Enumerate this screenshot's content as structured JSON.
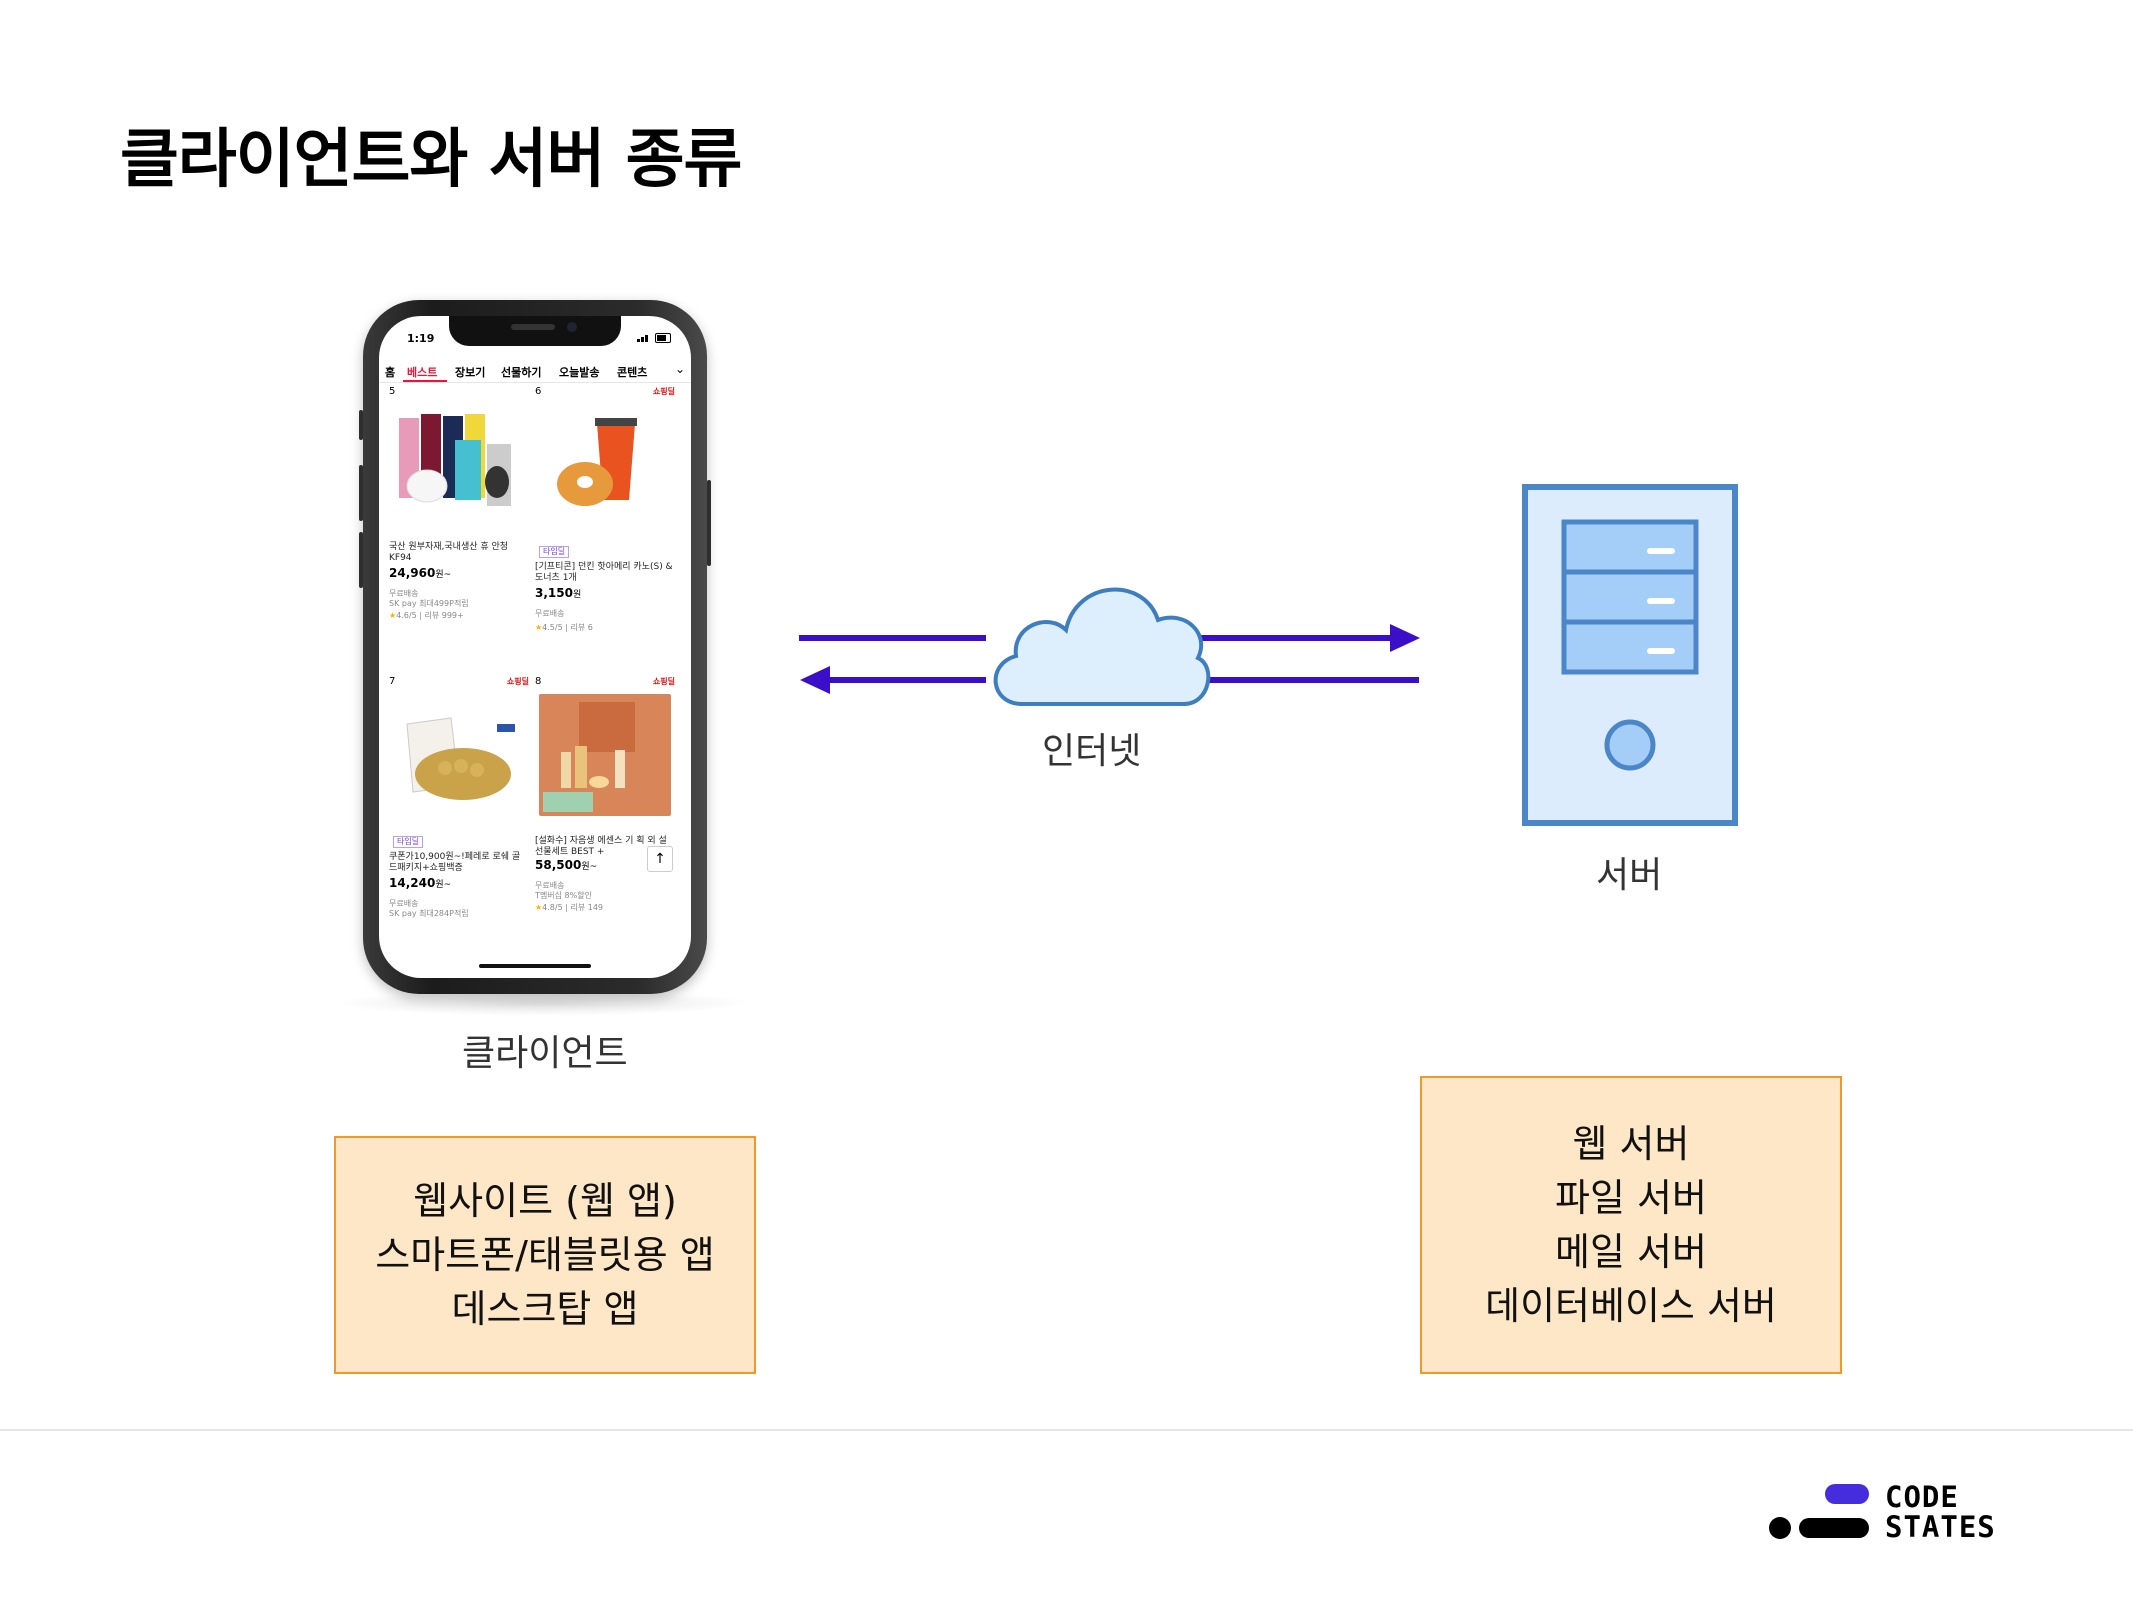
{
  "title": "클라이언트와 서버 종류",
  "phone": {
    "time": "1:19",
    "tabs": [
      "홈",
      "베스트",
      "장보기",
      "선물하기",
      "오늘발송",
      "콘텐츠"
    ],
    "products": [
      {
        "rank": "5",
        "shop": "",
        "badge": "",
        "name": "국산 원부자재,국내생산 휴 안청 KF94",
        "price": "24,960",
        "unit": "원~",
        "shipping": "무료배송",
        "extra": "SK pay 최대499P적립",
        "rating": "4.6/5 | 리뷰 999+"
      },
      {
        "rank": "6",
        "shop": "쇼핑딜",
        "badge": "타임딜",
        "name": "[기프티콘] 던킨 핫아메리 카노(S) & 도너츠 1개",
        "price": "3,150",
        "unit": "원",
        "shipping": "무료배송",
        "extra": "",
        "rating": "4.5/5 | 리뷰 6"
      },
      {
        "rank": "7",
        "shop": "쇼핑딜",
        "badge": "타임딜",
        "name": "쿠폰가10,900원~!페레로 로쉐 골드패키지+쇼핑백증",
        "price": "14,240",
        "unit": "원~",
        "shipping": "무료배송",
        "extra": "SK pay 최대284P적립",
        "rating": ""
      },
      {
        "rank": "8",
        "shop": "쇼핑딜",
        "badge": "",
        "name": "[설화수] 자음생 에센스 기 획 외 설 선물세트 BEST +",
        "price": "58,500",
        "unit": "원~",
        "shipping": "무료배송",
        "extra": "T멤버십 8%할인",
        "rating": "4.8/5 | 리뷰 149"
      }
    ]
  },
  "labels": {
    "client": "클라이언트",
    "internet": "인터넷",
    "server": "서버"
  },
  "client_box": [
    "웹사이트 (웹 앱)",
    "스마트폰/태블릿용 앱",
    "데스크탑 앱"
  ],
  "server_box": [
    "웹 서버",
    "파일 서버",
    "메일 서버",
    "데이터베이스 서버"
  ],
  "logo": {
    "line1": "CODE",
    "line2": "STATES"
  },
  "colors": {
    "arrow": "#3b0fc8",
    "server_stroke": "#4a86c8",
    "server_fill": "#dcecfc",
    "cloud_fill": "#ddeefc",
    "box_fill": "#fde7c6",
    "box_border": "#f0972e"
  }
}
